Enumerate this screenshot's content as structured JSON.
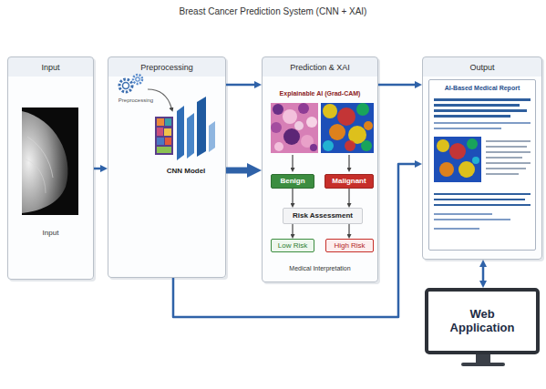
{
  "diagram": {
    "title": "Breast Cancer Prediction System (CNN + XAI)",
    "nodes": [
      {
        "text": [
          "Input",
          "Input"
        ]
      },
      {
        "text": [
          "Preprocessing",
          "Preprocessing",
          "CNN Model"
        ]
      },
      {
        "text": [
          "Prediction & XAI",
          "Explainable AI (Grad-CAM)",
          "Medical Interpretation"
        ]
      },
      {
        "text": [
          "Benign"
        ],
        "in": 2
      },
      {
        "text": [
          "Malignant"
        ],
        "in": 2
      },
      {
        "text": [
          "Risk Assessment"
        ],
        "in": 2
      },
      {
        "text": [
          "Low Risk"
        ],
        "in": 2
      },
      {
        "text": [
          "High Risk"
        ],
        "in": 2
      },
      {
        "text": [
          "Output"
        ]
      },
      {
        "text": [
          "AI-Based Medical Report"
        ],
        "in": 8
      },
      {
        "text": [
          "Web Application"
        ]
      }
    ],
    "edges": [
      {
        "from": 0,
        "to": 1,
        "arrow": "to"
      },
      {
        "from": 1,
        "to": 2,
        "arrow": "to"
      },
      {
        "from": 1,
        "to": 2,
        "arrow": "to"
      },
      {
        "from": 2,
        "to": 8,
        "arrow": "to"
      },
      {
        "from": 1,
        "to": 8,
        "arrow": "to"
      },
      {
        "from": 8,
        "to": 10,
        "arrow": "both"
      },
      {
        "from": 3,
        "to": 5,
        "arrow": "to"
      },
      {
        "from": 4,
        "to": 5,
        "arrow": "to"
      },
      {
        "from": 5,
        "to": 6,
        "arrow": "to"
      },
      {
        "from": 5,
        "to": 7,
        "arrow": "to"
      }
    ]
  }
}
